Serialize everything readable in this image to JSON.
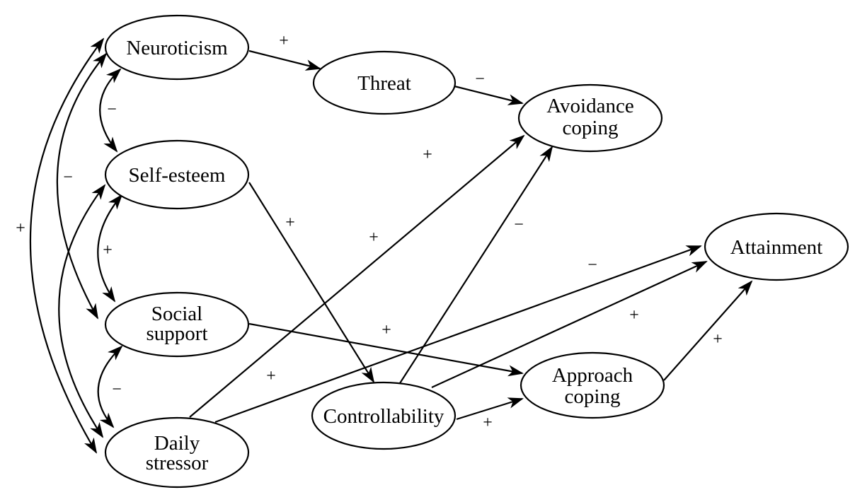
{
  "nodes": {
    "neuroticism": "Neuroticism",
    "threat": "Threat",
    "avoidance_line1": "Avoidance",
    "avoidance_line2": "coping",
    "self_esteem": "Self-esteem",
    "attainment": "Attainment",
    "social_line1": "Social",
    "social_line2": "support",
    "approach_line1": "Approach",
    "approach_line2": "coping",
    "controllability": "Controllability",
    "daily_line1": "Daily",
    "daily_line2": "stressor"
  },
  "signs": {
    "neuroticism_threat": "+",
    "threat_avoidance": "−",
    "neuroticism_selfesteem": "−",
    "neuroticism_social": "−",
    "neuroticism_daily": "+",
    "selfesteem_social": "+",
    "social_daily": "−",
    "selfesteem_controllability": "+",
    "daily_avoidance_upper": "+",
    "daily_avoidance_lower": "+",
    "controllability_avoidance": "−",
    "daily_attainment": "−",
    "social_approach": "+",
    "controllability_attainment": "+",
    "approach_attainment": "+",
    "daily_approach": "+",
    "controllability_approach": "+"
  }
}
